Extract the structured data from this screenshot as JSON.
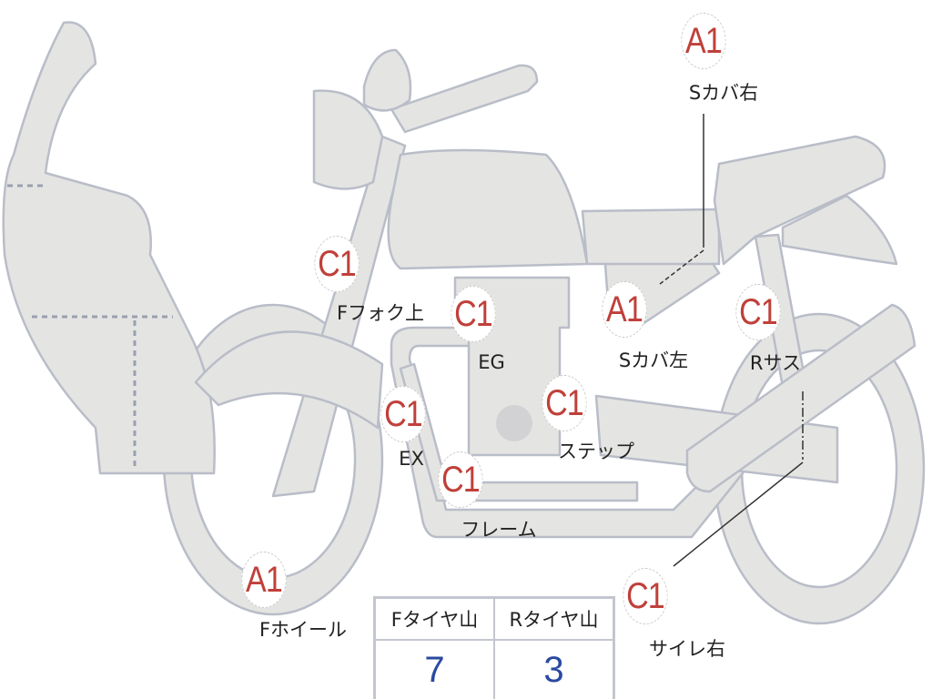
{
  "colors": {
    "badge_text": "#c0403a",
    "value_text": "#2a4aa0",
    "part_fill": "#e4e4e2",
    "part_stroke": "#b9bdc8"
  },
  "markers": [
    {
      "id": "s-cover-right",
      "grade": "A1",
      "label": "Sカバ右"
    },
    {
      "id": "f-fork-upper",
      "grade": "C1",
      "label": "Fフォク上"
    },
    {
      "id": "engine",
      "grade": "C1",
      "label": "EG"
    },
    {
      "id": "s-cover-left",
      "grade": "A1",
      "label": "Sカバ左"
    },
    {
      "id": "r-suspension",
      "grade": "C1",
      "label": "Rサス"
    },
    {
      "id": "exhaust",
      "grade": "C1",
      "label": "EX"
    },
    {
      "id": "step",
      "grade": "C1",
      "label": "ステップ"
    },
    {
      "id": "frame",
      "grade": "C1",
      "label": "フレーム"
    },
    {
      "id": "f-wheel",
      "grade": "A1",
      "label": "Fホイール"
    },
    {
      "id": "silencer-right",
      "grade": "C1",
      "label": "サイレ右"
    }
  ],
  "tread_table": {
    "headers": [
      "Fタイヤ山",
      "Rタイヤ山"
    ],
    "values": [
      "7",
      "3"
    ]
  }
}
